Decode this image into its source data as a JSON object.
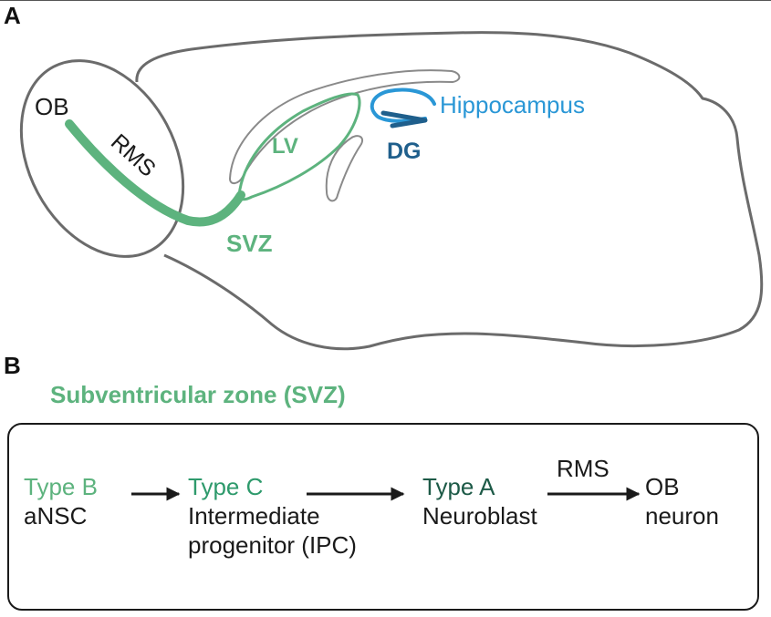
{
  "panels": {
    "a": "A",
    "b": "B"
  },
  "colors": {
    "outline": "#6b6b6b",
    "svz_green": "#5db37e",
    "type_b": "#5db37e",
    "type_c": "#2e9a6c",
    "type_a": "#1d5a47",
    "hippocampus": "#2a97d6",
    "dg": "#1f5f8c",
    "text": "#1a1a1a"
  },
  "diagram": {
    "ob": "OB",
    "rms": "RMS",
    "lv": "LV",
    "svz": "SVZ",
    "hippocampus": "Hippocampus",
    "dg": "DG"
  },
  "flow": {
    "title": "Subventricular zone (SVZ)",
    "stages": [
      {
        "type": "Type B",
        "desc": "aNSC"
      },
      {
        "type": "Type C",
        "desc": "Intermediate\nprogenitor (IPC)"
      },
      {
        "type": "Type A",
        "desc": "Neuroblast"
      },
      {
        "type": "OB",
        "desc": "neuron"
      }
    ],
    "rms_label": "RMS"
  }
}
